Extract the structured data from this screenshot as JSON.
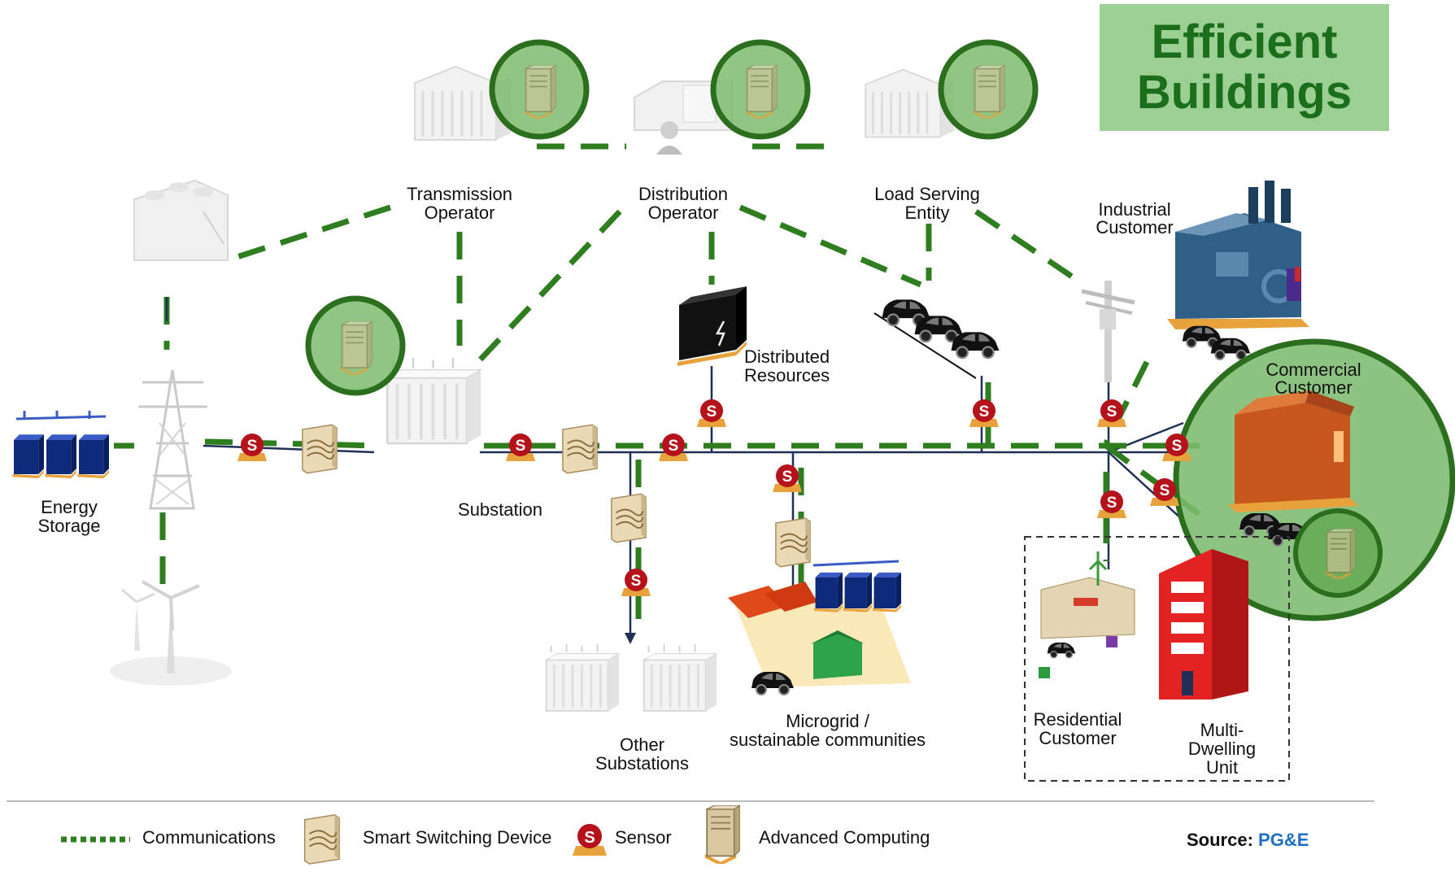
{
  "banner": {
    "line1": "Efficient",
    "line2": "Buildings"
  },
  "nodes": {
    "transmission_operator": [
      "Transmission",
      "Operator"
    ],
    "distribution_operator": [
      "Distribution",
      "Operator"
    ],
    "load_serving_entity": [
      "Load Serving",
      "Entity"
    ],
    "industrial_customer": [
      "Industrial",
      "Customer"
    ],
    "distributed_resources": [
      "Distributed",
      "Resources"
    ],
    "commercial_customer": [
      "Commercial",
      "Customer"
    ],
    "energy_storage": [
      "Energy",
      "Storage"
    ],
    "substation": [
      "Substation"
    ],
    "other_substations": [
      "Other",
      "Substations"
    ],
    "microgrid": [
      "Microgrid /",
      "sustainable communities"
    ],
    "residential_customer": [
      "Residential",
      "Customer"
    ],
    "multi_dwelling_unit": [
      "Multi-",
      "Dwelling",
      "Unit"
    ]
  },
  "sensor_glyph": "S",
  "legend": {
    "communications": "Communications",
    "smart_switching_device": "Smart Switching Device",
    "sensor": "Sensor",
    "advanced_computing": "Advanced Computing"
  },
  "source": {
    "label": "Source:",
    "name": "PG&E"
  },
  "colors": {
    "comm_green": "#2e7d1e",
    "highlight_fill": "#7dbb6e",
    "highlight_stroke": "#2b6e1e",
    "banner_bg": "#9ccf94",
    "banner_text": "#1b6e1b",
    "sensor_red": "#b5121b",
    "line_navy": "#1f2f57",
    "source_blue": "#1f6fc4"
  }
}
